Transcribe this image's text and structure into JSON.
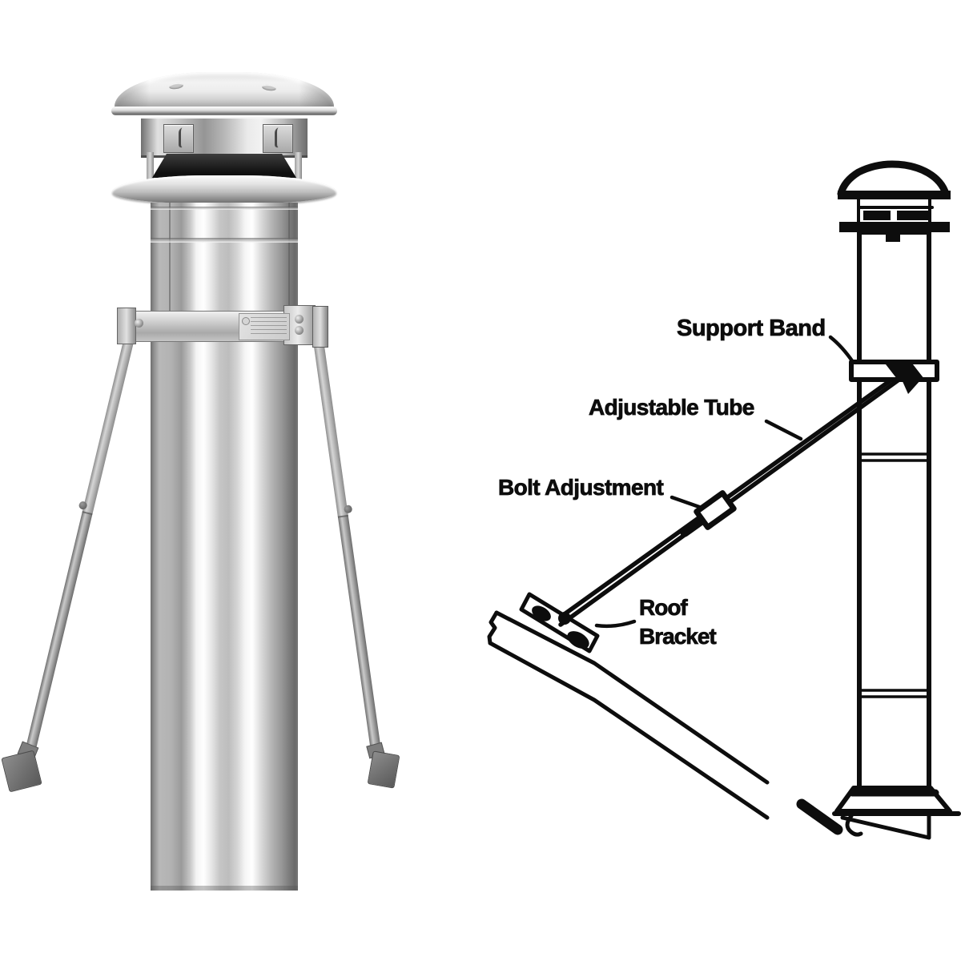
{
  "page": {
    "background_color": "#ffffff"
  },
  "photo": {
    "colors": {
      "steel_bright": "#ffffff",
      "steel_light": "#d9d9d9",
      "steel_mid": "#a9a9a9",
      "steel_dark": "#6a6a6a",
      "cap_shadow": "#101010",
      "galvanized_band": "#c5c5c5",
      "foot_gray": "#6d6d6d"
    }
  },
  "diagram": {
    "ink": "#0d0d0d",
    "labels": {
      "support_band": "Support Band",
      "adjustable_tube": "Adjustable Tube",
      "bolt_adjustment": "Bolt Adjustment",
      "roof_bracket_line1": "Roof",
      "roof_bracket_line2": "Bracket"
    }
  }
}
